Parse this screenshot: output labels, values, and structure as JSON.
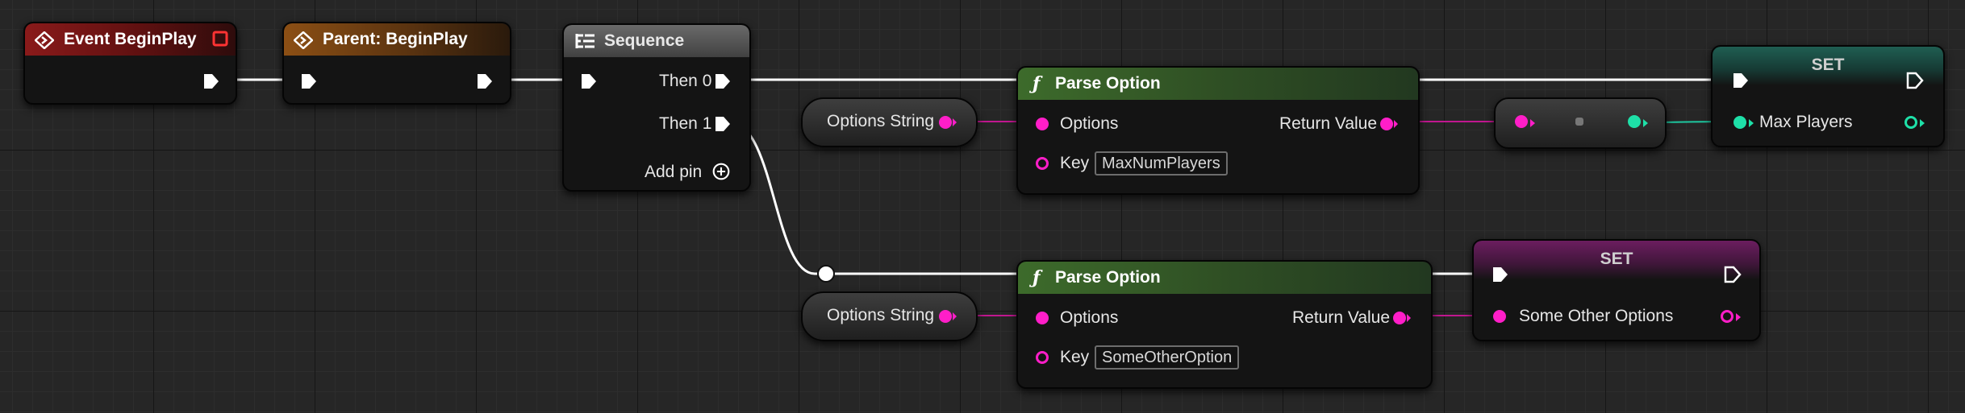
{
  "nodes": {
    "event_beginplay": {
      "title": "Event BeginPlay"
    },
    "parent_beginplay": {
      "title": "Parent: BeginPlay"
    },
    "sequence": {
      "title": "Sequence",
      "then0": "Then 0",
      "then1": "Then 1",
      "add_pin": "Add pin"
    },
    "parse_option_1": {
      "title": "Parse Option",
      "options_label": "Options",
      "return_label": "Return Value",
      "key_label": "Key",
      "key_value": "MaxNumPlayers"
    },
    "parse_option_2": {
      "title": "Parse Option",
      "options_label": "Options",
      "return_label": "Return Value",
      "key_label": "Key",
      "key_value": "SomeOtherOption"
    },
    "options_string_1": {
      "label": "Options String"
    },
    "options_string_2": {
      "label": "Options String"
    },
    "set_max_players": {
      "title": "SET",
      "var_label": "Max Players"
    },
    "set_some_other": {
      "title": "SET",
      "var_label": "Some Other Options"
    }
  },
  "colors": {
    "exec": "#ffffff",
    "string_pin": "#ff1ec8",
    "int_pin": "#1ee0a8",
    "event_header": "#8a1a1a",
    "parent_header": "#8c4f14",
    "function_header": "#3d6b2b",
    "sequence_header": "#6a6a6a"
  },
  "icons": {
    "event": "diamond-arrow-icon",
    "sequence": "sequence-icon",
    "function": "function-f-icon",
    "add": "plus-circle-icon",
    "delegate": "red-square-delegate-icon"
  }
}
